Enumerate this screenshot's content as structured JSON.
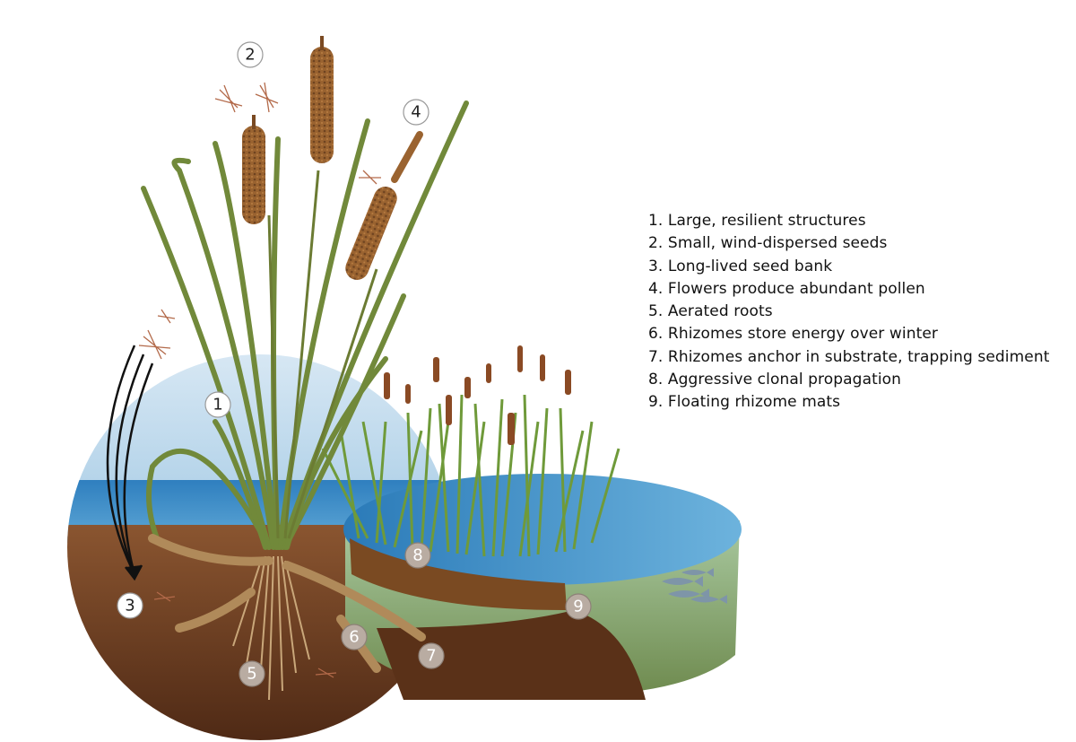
{
  "markers": [
    "1",
    "2",
    "3",
    "4",
    "5",
    "6",
    "7",
    "8",
    "9"
  ],
  "legend": [
    "1. Large, resilient structures",
    "2. Small, wind-dispersed seeds",
    "3. Long-lived seed bank",
    "4. Flowers produce abundant pollen",
    "5. Aerated roots",
    "6. Rhizomes store energy over winter",
    "7. Rhizomes anchor in substrate, trapping sediment",
    "8. Aggressive clonal propagation",
    "9. Floating rhizome mats"
  ],
  "colors": {
    "water": "#3f8fc8",
    "sky": "#cfe3f2",
    "soil": "#6a3a1e",
    "leaf": "#6f8a3a",
    "cattail": "#8a5a2b",
    "marker_fill": "#ffffff",
    "marker_fill_dark": "#b9aca2"
  }
}
